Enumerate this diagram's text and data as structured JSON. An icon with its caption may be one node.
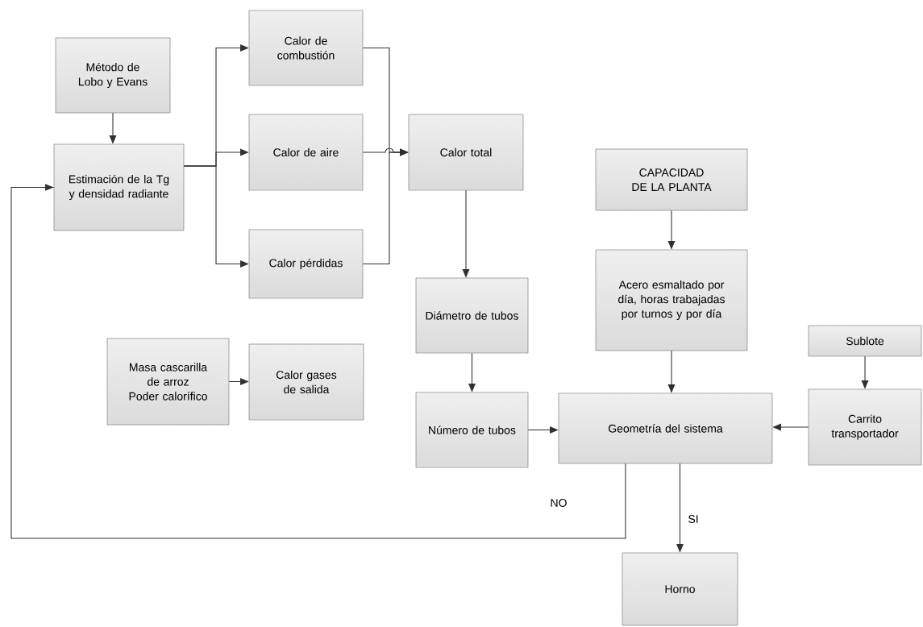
{
  "diagram": {
    "nodes": [
      {
        "text": [
          "Método de Lobo y Evans"
        ]
      },
      {
        "text": [
          "Estimación de la Tg y densidad radiante"
        ]
      },
      {
        "text": [
          "Calor de combustión"
        ]
      },
      {
        "text": [
          "Calor de aire"
        ]
      },
      {
        "text": [
          "Calor pérdidas"
        ]
      },
      {
        "text": [
          "Calor total"
        ]
      },
      {
        "text": [
          "CAPACIDAD DE LA PLANTA"
        ]
      },
      {
        "text": [
          "Acero esmaltado por día, horas trabajadas por turnos y por día"
        ]
      },
      {
        "text": [
          "Diámetro de tubos"
        ]
      },
      {
        "text": [
          "Masa cascarilla de arroz",
          "Poder calorífico"
        ]
      },
      {
        "text": [
          "Calor gases de salida"
        ]
      },
      {
        "text": [
          "Número de tubos"
        ]
      },
      {
        "text": [
          "Geometría del sistema"
        ]
      },
      {
        "text": [
          "Sublote"
        ]
      },
      {
        "text": [
          "Carrito transportador"
        ]
      },
      {
        "text": [
          "Horno"
        ]
      }
    ],
    "edges": [
      {
        "from": 0,
        "to": 1,
        "arrow": "to"
      },
      {
        "from": 1,
        "to": 2,
        "arrow": "to"
      },
      {
        "from": 1,
        "to": 3,
        "arrow": "to"
      },
      {
        "from": 1,
        "to": 4,
        "arrow": "to"
      },
      {
        "from": 2,
        "to": 5,
        "arrow": "to"
      },
      {
        "from": 3,
        "to": 5,
        "arrow": "to"
      },
      {
        "from": 4,
        "to": 5,
        "arrow": "to"
      },
      {
        "from": 5,
        "to": 8,
        "arrow": "to"
      },
      {
        "from": 6,
        "to": 7,
        "arrow": "to"
      },
      {
        "from": 7,
        "to": 12,
        "arrow": "to"
      },
      {
        "from": 8,
        "to": 11,
        "arrow": "to"
      },
      {
        "from": 9,
        "to": 10,
        "arrow": "to"
      },
      {
        "from": 11,
        "to": 12,
        "arrow": "to"
      },
      {
        "from": 13,
        "to": 14,
        "arrow": "to"
      },
      {
        "from": 14,
        "to": 12,
        "arrow": "to"
      },
      {
        "from": 12,
        "to": 1,
        "arrow": "to",
        "label": "NO"
      },
      {
        "from": 12,
        "to": 15,
        "arrow": "to",
        "label": "SI"
      }
    ]
  }
}
